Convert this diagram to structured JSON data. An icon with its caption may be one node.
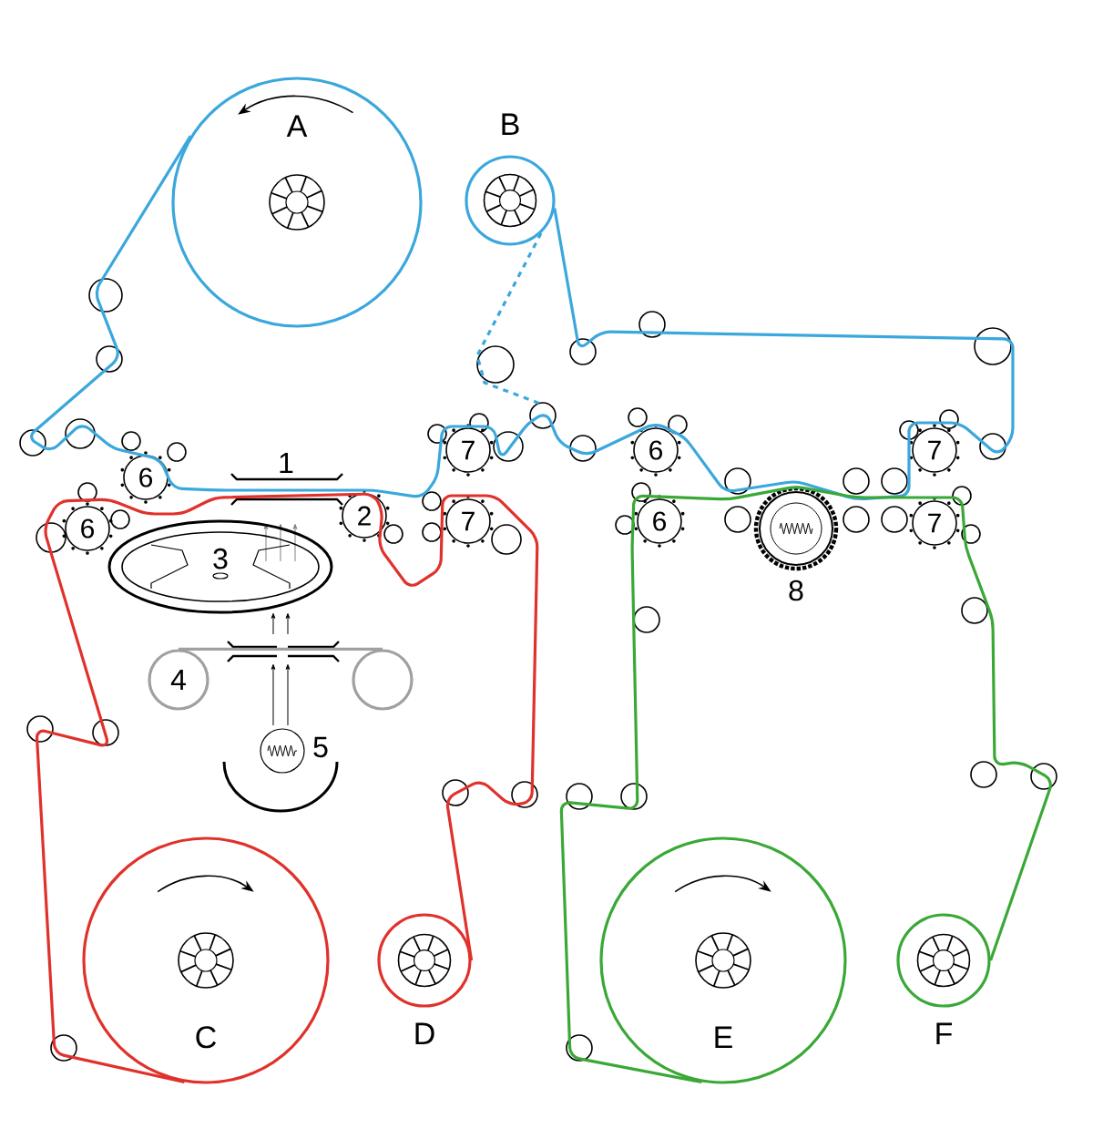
{
  "diagram": {
    "nodes": [
      {
        "text": [
          "A"
        ]
      },
      {
        "text": [
          "B"
        ]
      },
      {
        "text": [
          "6"
        ]
      },
      {
        "text": [
          "7"
        ]
      },
      {
        "text": [
          "6"
        ]
      },
      {
        "text": [
          "7"
        ]
      },
      {
        "text": [
          "6"
        ]
      },
      {
        "text": [
          "2"
        ]
      },
      {
        "text": [
          "7"
        ]
      },
      {
        "text": [
          "6"
        ]
      },
      {
        "text": [
          "7"
        ]
      },
      {
        "text": [
          "3"
        ]
      },
      {
        "text": [
          "4"
        ]
      },
      {
        "text": [],
        "shape": "circle"
      },
      {
        "text": [
          "C"
        ]
      },
      {
        "text": [
          "D"
        ]
      },
      {
        "text": [
          "E"
        ]
      },
      {
        "text": [
          "F"
        ]
      }
    ],
    "edges": [
      {
        "from": 0,
        "to": 1,
        "arrow": "none",
        "color": "#3aa7dd"
      },
      {
        "from": 14,
        "to": 15,
        "arrow": "none",
        "color": "#e0312b"
      },
      {
        "from": 16,
        "to": 17,
        "arrow": "none",
        "color": "#3aa836"
      },
      {
        "from": 12,
        "to": 13,
        "arrow": "none",
        "color": "#a0a0a0"
      }
    ],
    "labels": [
      "1",
      "5",
      "8"
    ]
  }
}
